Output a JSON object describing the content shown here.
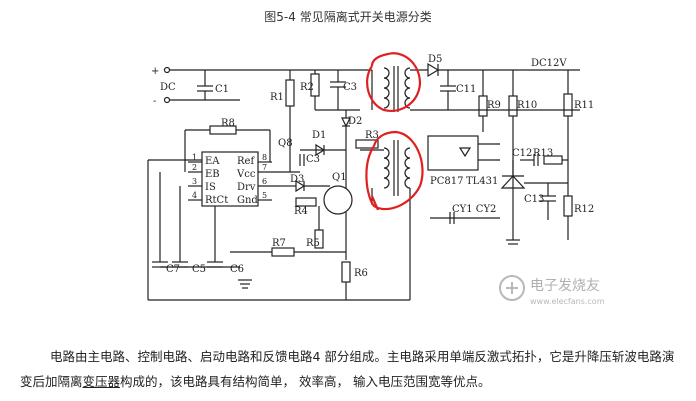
{
  "figure": {
    "title": "图5-4 常见隔离式开关电源分类",
    "labels": {
      "plus": "+",
      "minus": "-",
      "dc": "DC",
      "dc12v": "DC12V",
      "C1": "C1",
      "R1": "R1",
      "R2": "R2",
      "C3a": "C3",
      "C3b": "C3",
      "R3": "R3",
      "D1": "D1",
      "D2": "D2",
      "D3": "D3",
      "D5": "D5",
      "R4": "R4",
      "R5": "R5",
      "R6": "R6",
      "R7": "R7",
      "R8": "R8",
      "Q1": "Q1",
      "Q8": "Q8",
      "C5": "C5",
      "C6": "C6",
      "C7": "C7",
      "C11": "C11",
      "C12": "C12",
      "C13": "C13",
      "R9": "R9",
      "R10": "R10",
      "R11": "R11",
      "R12": "R12",
      "R13": "R13",
      "PC817": "PC817",
      "TL431": "TL431",
      "CY1CY2": "CY1 CY2",
      "EA": "EA",
      "EB": "EB",
      "IS": "IS",
      "RtCt": "RtCt",
      "Ref": "Ref",
      "Vcc": "Vcc",
      "Drv": "Drv",
      "Gnd": "Gnd",
      "pin1": "1",
      "pin2": "2",
      "pin3": "3",
      "pin4": "4",
      "pin5": "5",
      "pin6": "6",
      "pin7": "7",
      "pin8": "8"
    },
    "watermark": {
      "line1": "电子发烧友",
      "line2": "www.elecfans.com"
    },
    "annotation_color": "#e02020"
  },
  "paragraph": {
    "part1": "电路由主电路、控制电路、启动电路和反馈电路4 部分组成。主电路采用单端反激式拓扑，它是升降压斩波电路演变后加隔离",
    "part2": "变压器",
    "part3": "构成的，该电路具有结构简单， 效率高， 输入电压范围宽等优点。"
  }
}
